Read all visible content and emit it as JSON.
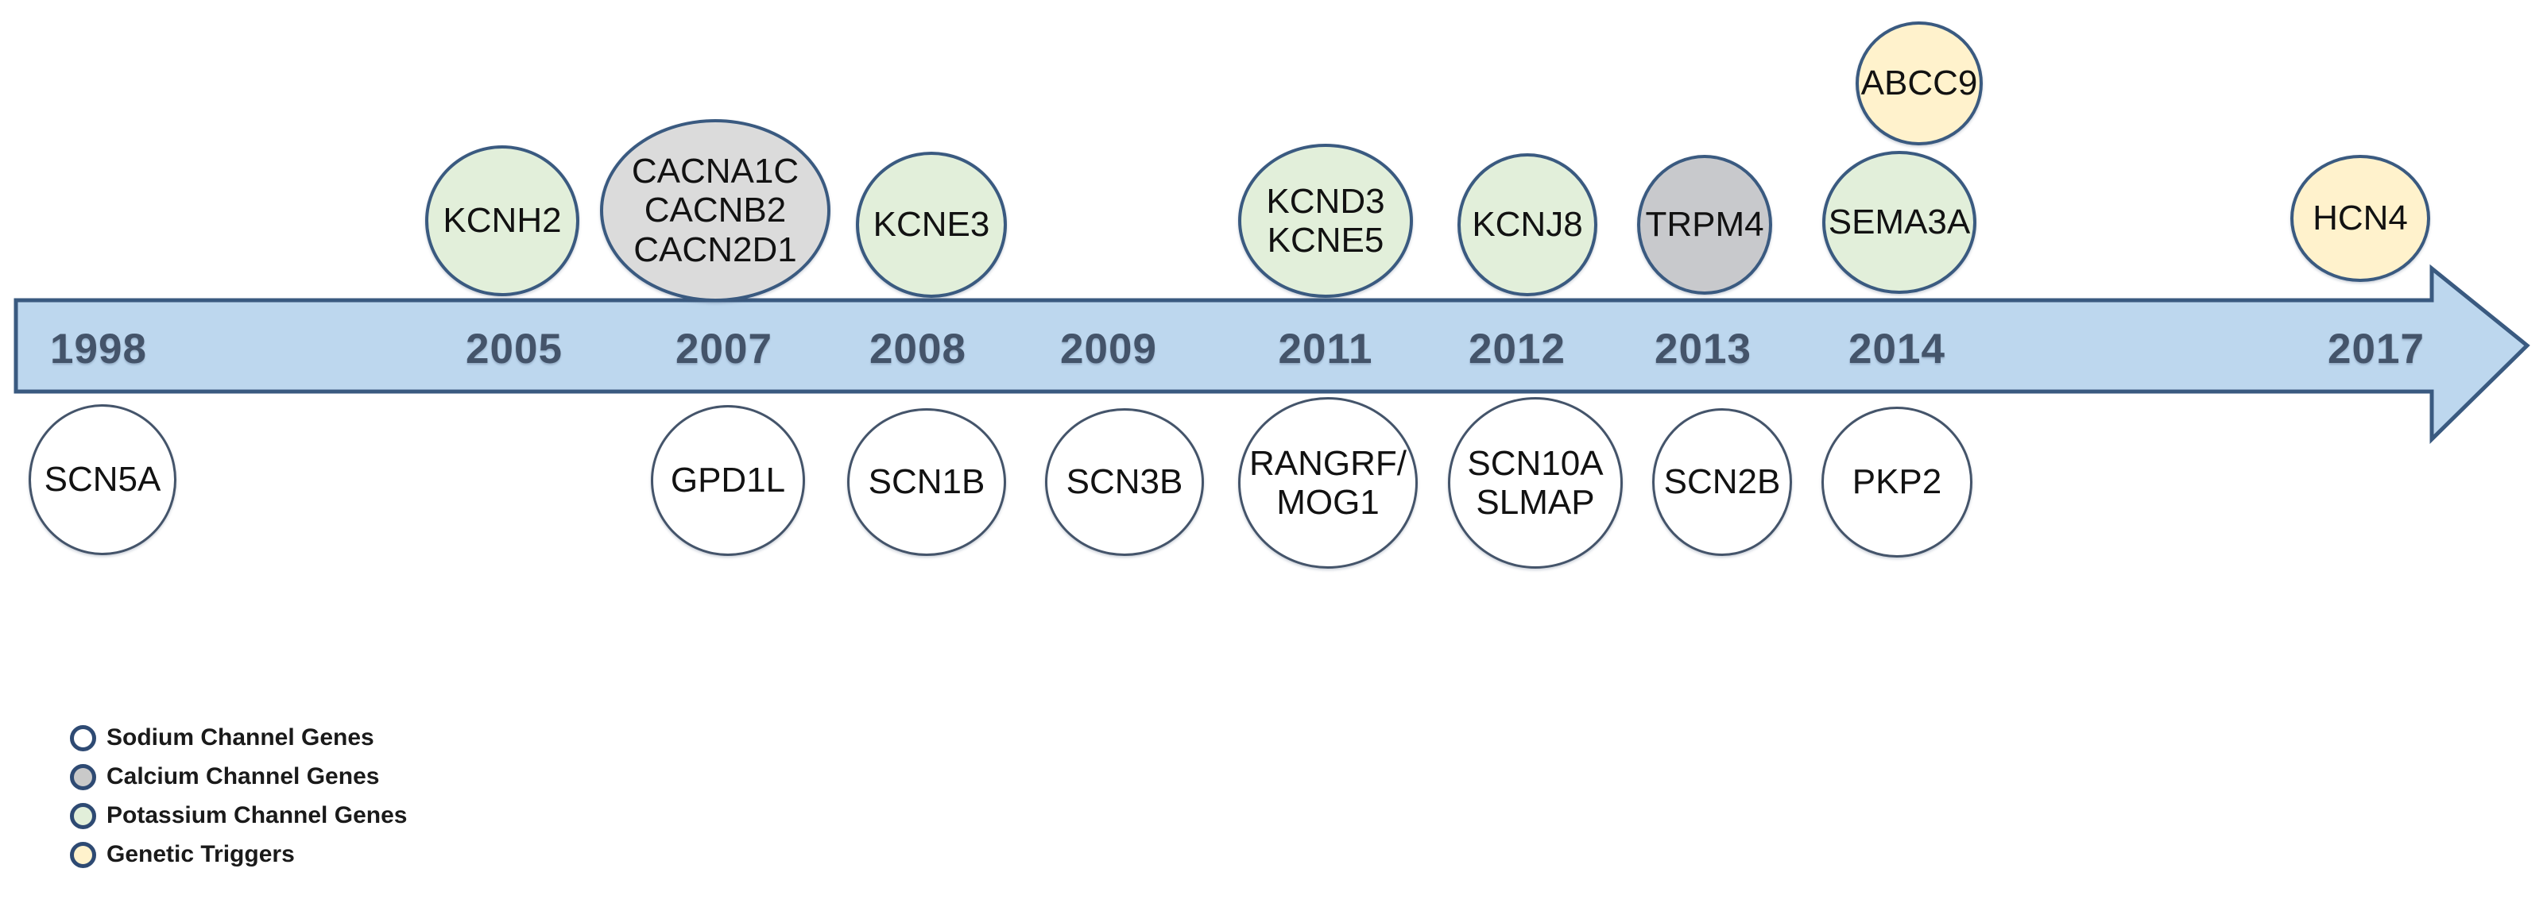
{
  "figure": {
    "kind": "timeline-diagram",
    "axis_years": [
      "1998",
      "2005",
      "2007",
      "2008",
      "2009",
      "2011",
      "2012",
      "2013",
      "2014",
      "2017"
    ]
  },
  "timeline": {
    "years": [
      "1998",
      "2005",
      "2007",
      "2008",
      "2009",
      "2011",
      "2012",
      "2013",
      "2014",
      "2017"
    ],
    "top_bubbles": [
      {
        "year": "2005",
        "label": "KCNH2",
        "category": "potassium"
      },
      {
        "year": "2007",
        "label": "CACNA1C\nCACNB2\nCACN2D1",
        "category": "calcium"
      },
      {
        "year": "2008",
        "label": "KCNE3",
        "category": "potassium"
      },
      {
        "year": "2011",
        "label": "KCND3\nKCNE5",
        "category": "potassium"
      },
      {
        "year": "2012",
        "label": "KCNJ8",
        "category": "potassium"
      },
      {
        "year": "2013",
        "label": "TRPM4",
        "category": "calcium"
      },
      {
        "year": "2014",
        "label": "SEMA3A",
        "category": "potassium"
      },
      {
        "year": "2014",
        "label": "ABCC9",
        "category": "genetic-trigger"
      },
      {
        "year": "2017",
        "label": "HCN4",
        "category": "genetic-trigger"
      }
    ],
    "bottom_bubbles": [
      {
        "year": "1998",
        "label": "SCN5A",
        "category": "sodium"
      },
      {
        "year": "2007",
        "label": "GPD1L",
        "category": "sodium"
      },
      {
        "year": "2008",
        "label": "SCN1B",
        "category": "sodium"
      },
      {
        "year": "2009",
        "label": "SCN3B",
        "category": "sodium"
      },
      {
        "year": "2011",
        "label": "RANGRF/\nMOG1",
        "category": "sodium"
      },
      {
        "year": "2012",
        "label": "SCN10A\nSLMAP",
        "category": "sodium"
      },
      {
        "year": "2013",
        "label": "SCN2B",
        "category": "sodium"
      },
      {
        "year": "2014",
        "label": "PKP2",
        "category": "sodium"
      }
    ]
  },
  "legend": {
    "items": [
      {
        "label": "Sodium Channel Genes",
        "swatch_color": "#FFFFFF"
      },
      {
        "label": "Calcium Channel Genes",
        "swatch_color": "#C9C9C9"
      },
      {
        "label": "Potassium Channel Genes",
        "swatch_color": "#E2EFDA"
      },
      {
        "label": "Genetic Triggers",
        "swatch_color": "#FFF2CC"
      }
    ]
  },
  "colors": {
    "arrow_fill": "#BDD7EE",
    "arrow_border": "#3A5A80",
    "year_text": "#44546A",
    "bubble_border": "#3A5A80",
    "sodium_fill": "#FFFFFF",
    "calcium_fill": "#DBDBDB",
    "potassium_fill": "#E2EFDA",
    "genetic_trigger_fill": "#FFF2CC"
  }
}
